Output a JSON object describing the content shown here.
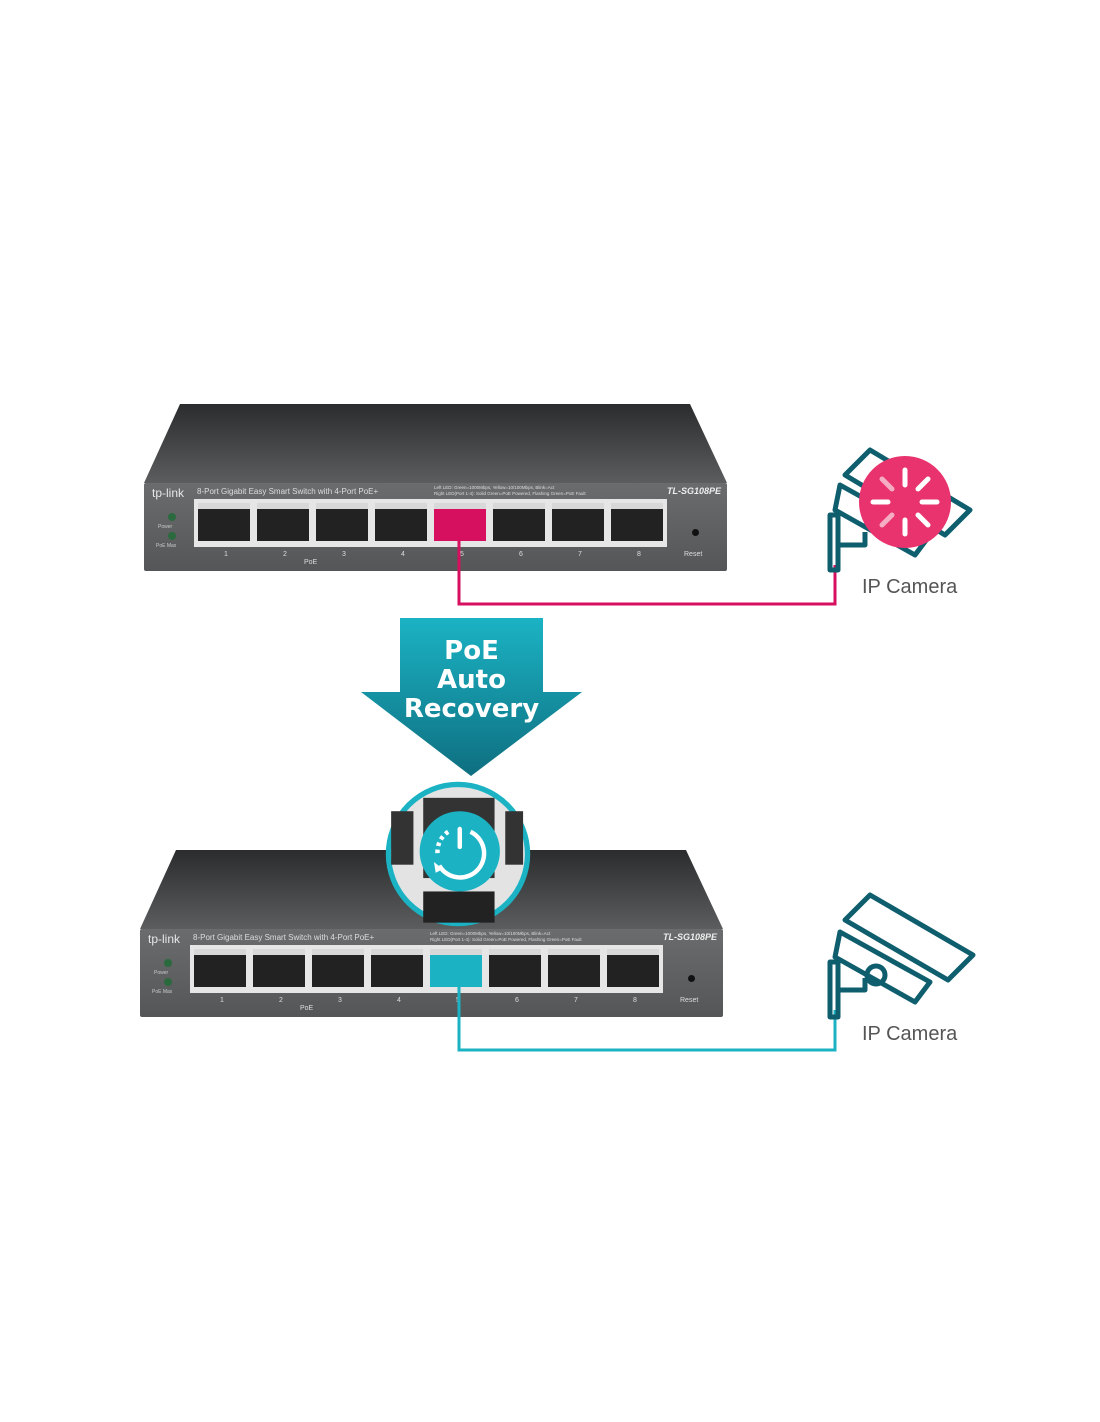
{
  "switches": [
    {
      "brand": "tp-link",
      "description": "8-Port Gigabit Easy Smart Switch with 4-Port PoE+",
      "led_info": [
        "Left LED: Green=1000Mbps, Yellow=10/100Mbps, Blink=Act",
        "Right LED(Port 1-4): Solid Green=PoE Powered, Flashing Green=PoE Fault"
      ],
      "model": "TL-SG108PE",
      "power_label": "Power",
      "poe_max_label": "PoE Max",
      "ports": [
        "1",
        "2",
        "3",
        "4",
        "5",
        "6",
        "7",
        "8"
      ],
      "poe_label": "PoE",
      "reset_label": "Reset",
      "state": "fault"
    },
    {
      "brand": "tp-link",
      "description": "8-Port Gigabit Easy Smart Switch with 4-Port PoE+",
      "led_info": [
        "Left LED: Green=1000Mbps, Yellow=10/100Mbps, Blink=Act",
        "Right LED(Port 1-4): Solid Green=PoE Powered, Flashing Green=PoE Fault"
      ],
      "model": "TL-SG108PE",
      "power_label": "Power",
      "poe_max_label": "PoE Max",
      "ports": [
        "1",
        "2",
        "3",
        "4",
        "5",
        "6",
        "7",
        "8"
      ],
      "poe_label": "PoE",
      "reset_label": "Reset",
      "state": "recovered"
    }
  ],
  "arrow": {
    "lines": [
      "PoE",
      "Auto",
      "Recovery"
    ]
  },
  "cameras": [
    {
      "label": "IP Camera",
      "status": "loading"
    },
    {
      "label": "IP Camera",
      "status": "ok"
    }
  ],
  "colors": {
    "fault": "#d6105f",
    "recovered": "#1bb3c4",
    "camera_outline": "#0f5e6e"
  }
}
